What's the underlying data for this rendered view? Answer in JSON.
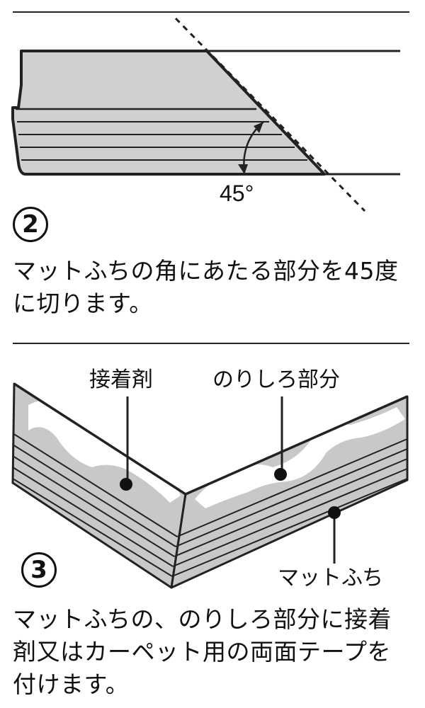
{
  "steps": [
    {
      "number": "2",
      "angle_label": "45°",
      "caption": "マットふちの角にあたる部分を45度に切ります。"
    },
    {
      "number": "3",
      "labels": {
        "adhesive": "接着剤",
        "glue_margin": "のりしろ部分",
        "mat_edge": "マットふち"
      },
      "caption": "マットふちの、のりしろ部分に接着剤又はカーペット用の両面テープを付けます。"
    }
  ],
  "colors": {
    "line": "#222222",
    "fill_gray": "#d0d0d0",
    "fill_dark": "#b0b0b0",
    "background": "#ffffff"
  }
}
